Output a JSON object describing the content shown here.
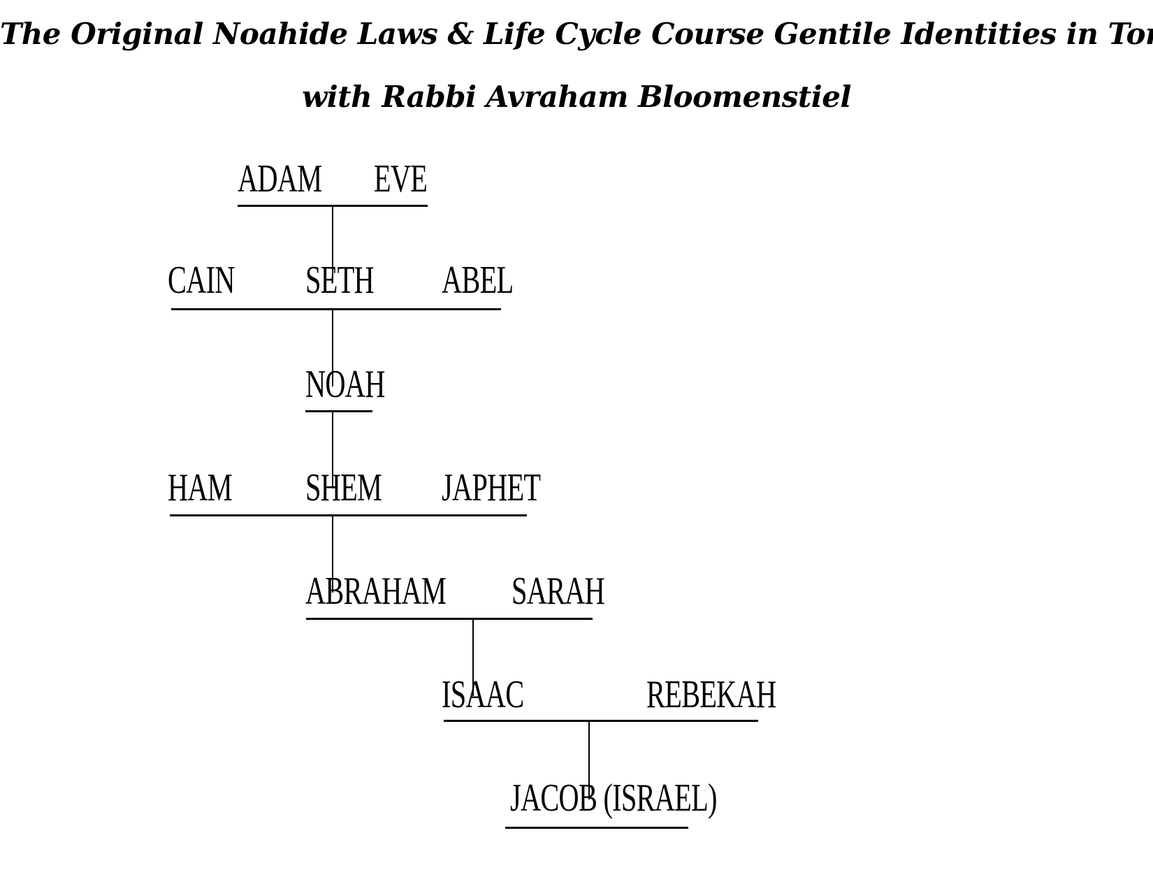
{
  "header": {
    "title_line1": "The Original Noahide Laws & Life Cycle Course Gentile Identities in Torah",
    "title_line2": "with Rabbi Avraham Bloomenstiel"
  },
  "tree": {
    "gen1": {
      "left": "ADAM",
      "right": "EVE"
    },
    "gen2": {
      "left": "CAIN",
      "middle": "SETH",
      "right": "ABEL"
    },
    "gen3": {
      "middle": "NOAH"
    },
    "gen4": {
      "left": "HAM",
      "middle": "SHEM",
      "right": "JAPHET"
    },
    "gen5": {
      "left": "ABRAHAM",
      "right": "SARAH"
    },
    "gen6": {
      "left": "ISAAC",
      "right": "REBEKAH"
    },
    "gen7": {
      "middle": "JACOB (ISRAEL)"
    }
  }
}
